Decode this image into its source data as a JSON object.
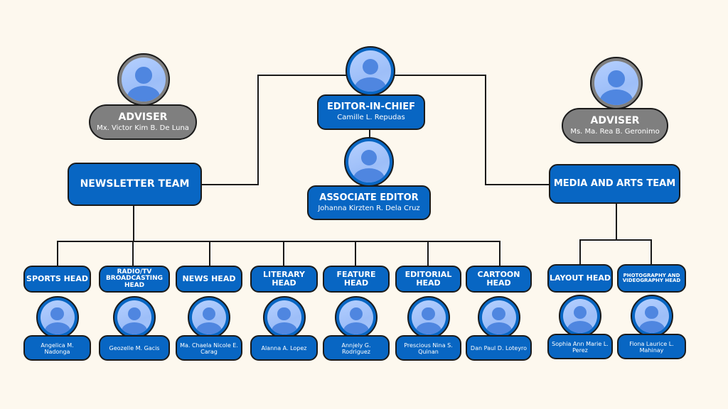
{
  "advisers": [
    {
      "title": "ADVISER",
      "name": "Mx. Victor Kim B. De Luna"
    },
    {
      "title": "ADVISER",
      "name": "Ms. Ma. Rea B. Geronimo"
    }
  ],
  "editor_in_chief": {
    "title": "EDITOR-IN-CHIEF",
    "name": "Camille L. Repudas"
  },
  "associate_editor": {
    "title": "ASSOCIATE EDITOR",
    "name": "Johanna Kirzten R. Dela Cruz"
  },
  "teams": {
    "newsletter": "NEWSLETTER TEAM",
    "media": "MEDIA AND ARTS TEAM"
  },
  "newsletter_heads": [
    {
      "title": "SPORTS HEAD",
      "name": "Angelica M. Nadonga"
    },
    {
      "title": "RADIO/TV BROADCASTING HEAD",
      "name": "Geozelle M. Gacis"
    },
    {
      "title": "NEWS HEAD",
      "name": "Ma. Chaela Nicole E. Carag"
    },
    {
      "title": "LITERARY HEAD",
      "name": "Alanna A. Lopez"
    },
    {
      "title": "FEATURE HEAD",
      "name": "Annjely G. Rodriguez"
    },
    {
      "title": "EDITORIAL HEAD",
      "name": "Prescious Nina S. Quinan"
    },
    {
      "title": "CARTOON HEAD",
      "name": "Dan Paul D. Loteyro"
    }
  ],
  "media_heads": [
    {
      "title": "LAYOUT HEAD",
      "name": "Sophia Ann Marie L. Perez"
    },
    {
      "title": "PHOTOGRAPHY AND VIDEOGRAPHY HEAD",
      "name": "Fiona Laurice L. Mahinay"
    }
  ],
  "colors": {
    "blue": "#0866c3",
    "gray": "#7f7f7f",
    "background": "#fdf8ee"
  }
}
